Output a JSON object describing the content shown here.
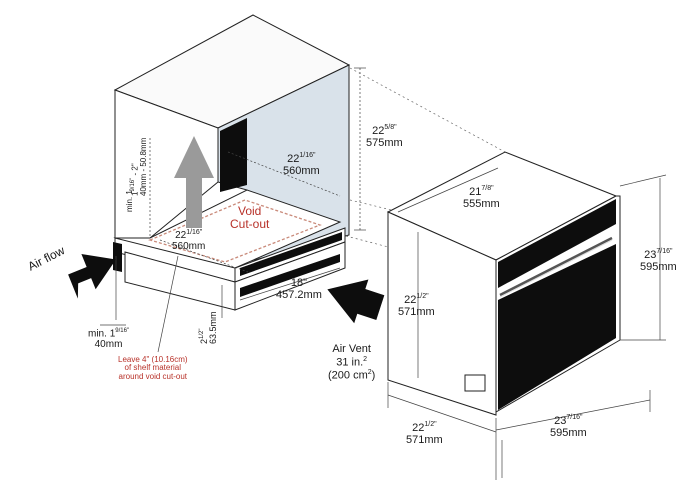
{
  "labels": {
    "void_cutout": [
      "Void",
      "Cut-out"
    ],
    "air_flow": "Air flow",
    "air_vent": {
      "title": "Air Vent",
      "area_in": "31 in.",
      "area_in_exp": "2",
      "area_cm": "(200 cm",
      "area_cm_exp": "2",
      "area_cm_close": ")"
    },
    "shelf_note": [
      "Leave 4\" (10.16cm)",
      "of shelf material",
      "around void cut-out"
    ]
  },
  "dimensions": {
    "cab_height": {
      "whole": "22",
      "frac": "5/8\"",
      "mm": "575mm"
    },
    "cab_inner_width": {
      "whole": "22",
      "frac": "1/16\"",
      "mm": "560mm"
    },
    "void_width": {
      "whole": "22",
      "frac": "1/16\"",
      "mm": "560mm"
    },
    "gap_vertical": {
      "whole": "1",
      "frac": "9/16\"",
      "sep": " - 2\"",
      "mm": "40mm - 50.8mm"
    },
    "min_short": "min. 1",
    "front_vent_width": {
      "whole": "18\"",
      "mm": "457.2mm"
    },
    "front_vent_height": {
      "whole": "2",
      "frac": "1/2\"",
      "mm": "63.5mm"
    },
    "min_side": {
      "prefix": "min.",
      "whole": "1",
      "frac": "9/16\"",
      "mm": "40mm"
    },
    "oven_depth_top": {
      "whole": "21",
      "frac": "7/8\"",
      "mm": "555mm"
    },
    "oven_height_side": {
      "whole": "22",
      "frac": "1/2\"",
      "mm": "571mm"
    },
    "oven_total_height": {
      "whole": "23",
      "frac": "7/16\"",
      "mm": "595mm"
    },
    "oven_depth_bottom": {
      "whole": "22",
      "frac": "1/2\"",
      "mm": "571mm"
    },
    "oven_width_bottom": {
      "whole": "23",
      "frac": "7/16\"",
      "mm": "595mm"
    }
  },
  "colors": {
    "line": "#222222",
    "panel": "#d9e2ea",
    "dark": "#0d0d0d",
    "accent_red": "#b8322a",
    "arrow_gray": "#9a9a9a"
  }
}
